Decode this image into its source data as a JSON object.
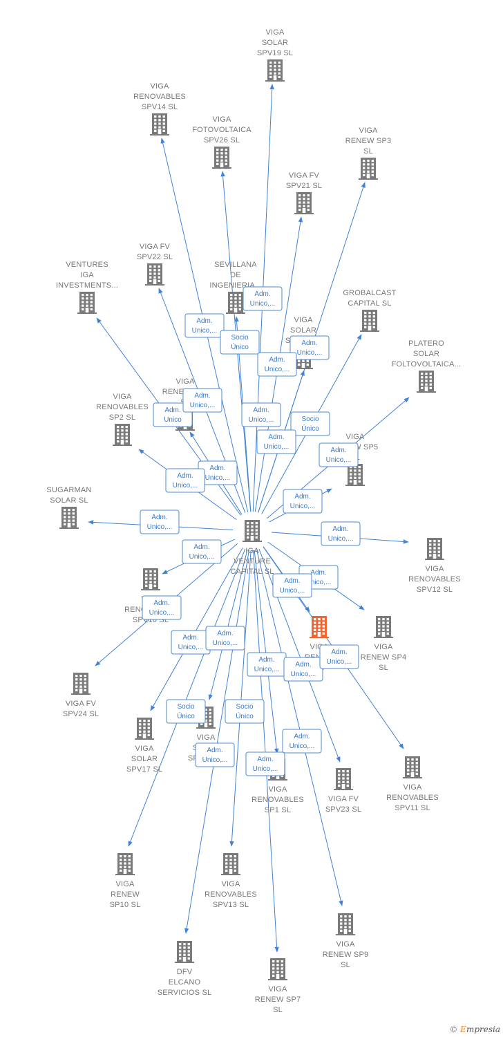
{
  "colors": {
    "node": "#7a7a7a",
    "highlight": "#ee6632",
    "edge": "#3f82d6",
    "label_text": "#3a78c9"
  },
  "credit": {
    "symbol": "©",
    "initial": "E",
    "rest": "mpresia"
  },
  "center": {
    "id": "center",
    "lines": [
      "IGA",
      "VENTURE",
      "CAPITAL  SL"
    ]
  },
  "nodes": [
    {
      "id": "spv19",
      "lines": [
        "VIGA",
        "SOLAR",
        "SPV19  SL"
      ]
    },
    {
      "id": "spv14",
      "lines": [
        "VIGA",
        "RENOVABLES",
        "SPV14  SL"
      ]
    },
    {
      "id": "spv26",
      "lines": [
        "VIGA",
        "FOTOVOLTAICA",
        "SPV26  SL"
      ]
    },
    {
      "id": "sp3",
      "lines": [
        "VIGA",
        "RENEW SP3",
        "SL"
      ]
    },
    {
      "id": "spv21",
      "lines": [
        "VIGA FV",
        "SPV21  SL"
      ]
    },
    {
      "id": "ventures",
      "lines": [
        "VENTURES",
        "IGA",
        "INVESTMENTS..."
      ]
    },
    {
      "id": "spv22",
      "lines": [
        "VIGA FV",
        "SPV22  SL"
      ]
    },
    {
      "id": "sevillana",
      "lines": [
        "SEVILLANA",
        "DE",
        "INGENIERIA..."
      ]
    },
    {
      "id": "grobalcast",
      "lines": [
        "GROBALCAST",
        "CAPITAL  SL"
      ]
    },
    {
      "id": "spv18",
      "lines": [
        "VIGA",
        "SOLAR",
        "SPV18  SL"
      ]
    },
    {
      "id": "platero",
      "lines": [
        "PLATERO",
        "SOLAR",
        "FOLTOVOLTAICA..."
      ]
    },
    {
      "id": "sp8",
      "lines": [
        "VIGA",
        "RENEW SP8",
        "SL"
      ]
    },
    {
      "id": "sp2",
      "lines": [
        "VIGA",
        "RENOVABLES",
        "SP2  SL"
      ]
    },
    {
      "id": "sp5",
      "lines": [
        "VIGA",
        "RENEW SP5",
        "SL"
      ]
    },
    {
      "id": "sugarman",
      "lines": [
        "SUGARMAN",
        "SOLAR  SL"
      ]
    },
    {
      "id": "spv12",
      "lines": [
        "VIGA",
        "RENOVABLES",
        "SPV12  SL"
      ]
    },
    {
      "id": "spv16",
      "lines": [
        "VIGA",
        "RENOVABLES",
        "SPV16  SL"
      ]
    },
    {
      "id": "highlight",
      "lines": [
        "VIGA",
        "RENEW",
        "SL"
      ]
    },
    {
      "id": "sp4",
      "lines": [
        "VIGA",
        "RENEW SP4",
        "SL"
      ]
    },
    {
      "id": "spv24",
      "lines": [
        "VIGA FV",
        "SPV24  SL"
      ]
    },
    {
      "id": "spv17",
      "lines": [
        "VIGA",
        "SOLAR",
        "SPV17  SL"
      ]
    },
    {
      "id": "spv20",
      "lines": [
        "VIGA",
        "SOLAR",
        "SPV20  SL"
      ]
    },
    {
      "id": "sp1",
      "lines": [
        "VIGA",
        "RENOVABLES",
        "SP1  SL"
      ]
    },
    {
      "id": "spv23",
      "lines": [
        "VIGA FV",
        "SPV23  SL"
      ]
    },
    {
      "id": "spv11",
      "lines": [
        "VIGA",
        "RENOVABLES",
        "SPV11  SL"
      ]
    },
    {
      "id": "sp10",
      "lines": [
        "VIGA",
        "RENEW",
        "SP10  SL"
      ]
    },
    {
      "id": "spv13",
      "lines": [
        "VIGA",
        "RENOVABLES",
        "SPV13  SL"
      ]
    },
    {
      "id": "sp9",
      "lines": [
        "VIGA",
        "RENEW SP9",
        "SL"
      ]
    },
    {
      "id": "dfv",
      "lines": [
        "DFV",
        "ELCANO",
        "SERVICIOS  SL"
      ]
    },
    {
      "id": "sp7",
      "lines": [
        "VIGA",
        "RENEW SP7",
        "SL"
      ]
    }
  ],
  "edge_labels": [
    [
      "Adm.",
      "Unico,..."
    ],
    [
      "Adm.",
      "Unico,..."
    ],
    [
      "Socio",
      "Único"
    ],
    [
      "Adm.",
      "Unico,..."
    ],
    [
      "Adm.",
      "Unico,..."
    ],
    [
      "Adm.",
      "Unico,..."
    ],
    [
      "Adm.",
      "Unico"
    ],
    [
      "Adm.",
      "Unico,..."
    ],
    [
      "Socio",
      "Único"
    ],
    [
      "Adm.",
      "Unico,..."
    ],
    [
      "Adm.",
      "Unico,..."
    ],
    [
      "Adm.",
      "Unico,..."
    ],
    [
      "Adm.",
      "Unico,..."
    ],
    [
      "Adm.",
      "Unico,..."
    ],
    [
      "Adm.",
      "Unico,..."
    ],
    [
      "Adm.",
      "Unico,..."
    ],
    [
      "Adm.",
      "Unico,..."
    ],
    [
      "Adm.",
      "Unico,..."
    ],
    [
      "Adm.",
      "Unico,..."
    ],
    [
      "Adm.",
      "Unico,..."
    ],
    [
      "Adm.",
      "Unico,..."
    ],
    [
      "Adm.",
      "Unico,..."
    ],
    [
      "Adm.",
      "Unico,..."
    ],
    [
      "Adm.",
      "Unico,..."
    ],
    [
      "Adm.",
      "Unico,..."
    ],
    [
      "Socio",
      "Único"
    ],
    [
      "Socio",
      "Único"
    ],
    [
      "Adm.",
      "Unico,..."
    ],
    [
      "Adm.",
      "Unico,..."
    ],
    [
      "Adm.",
      "Unico,..."
    ]
  ]
}
